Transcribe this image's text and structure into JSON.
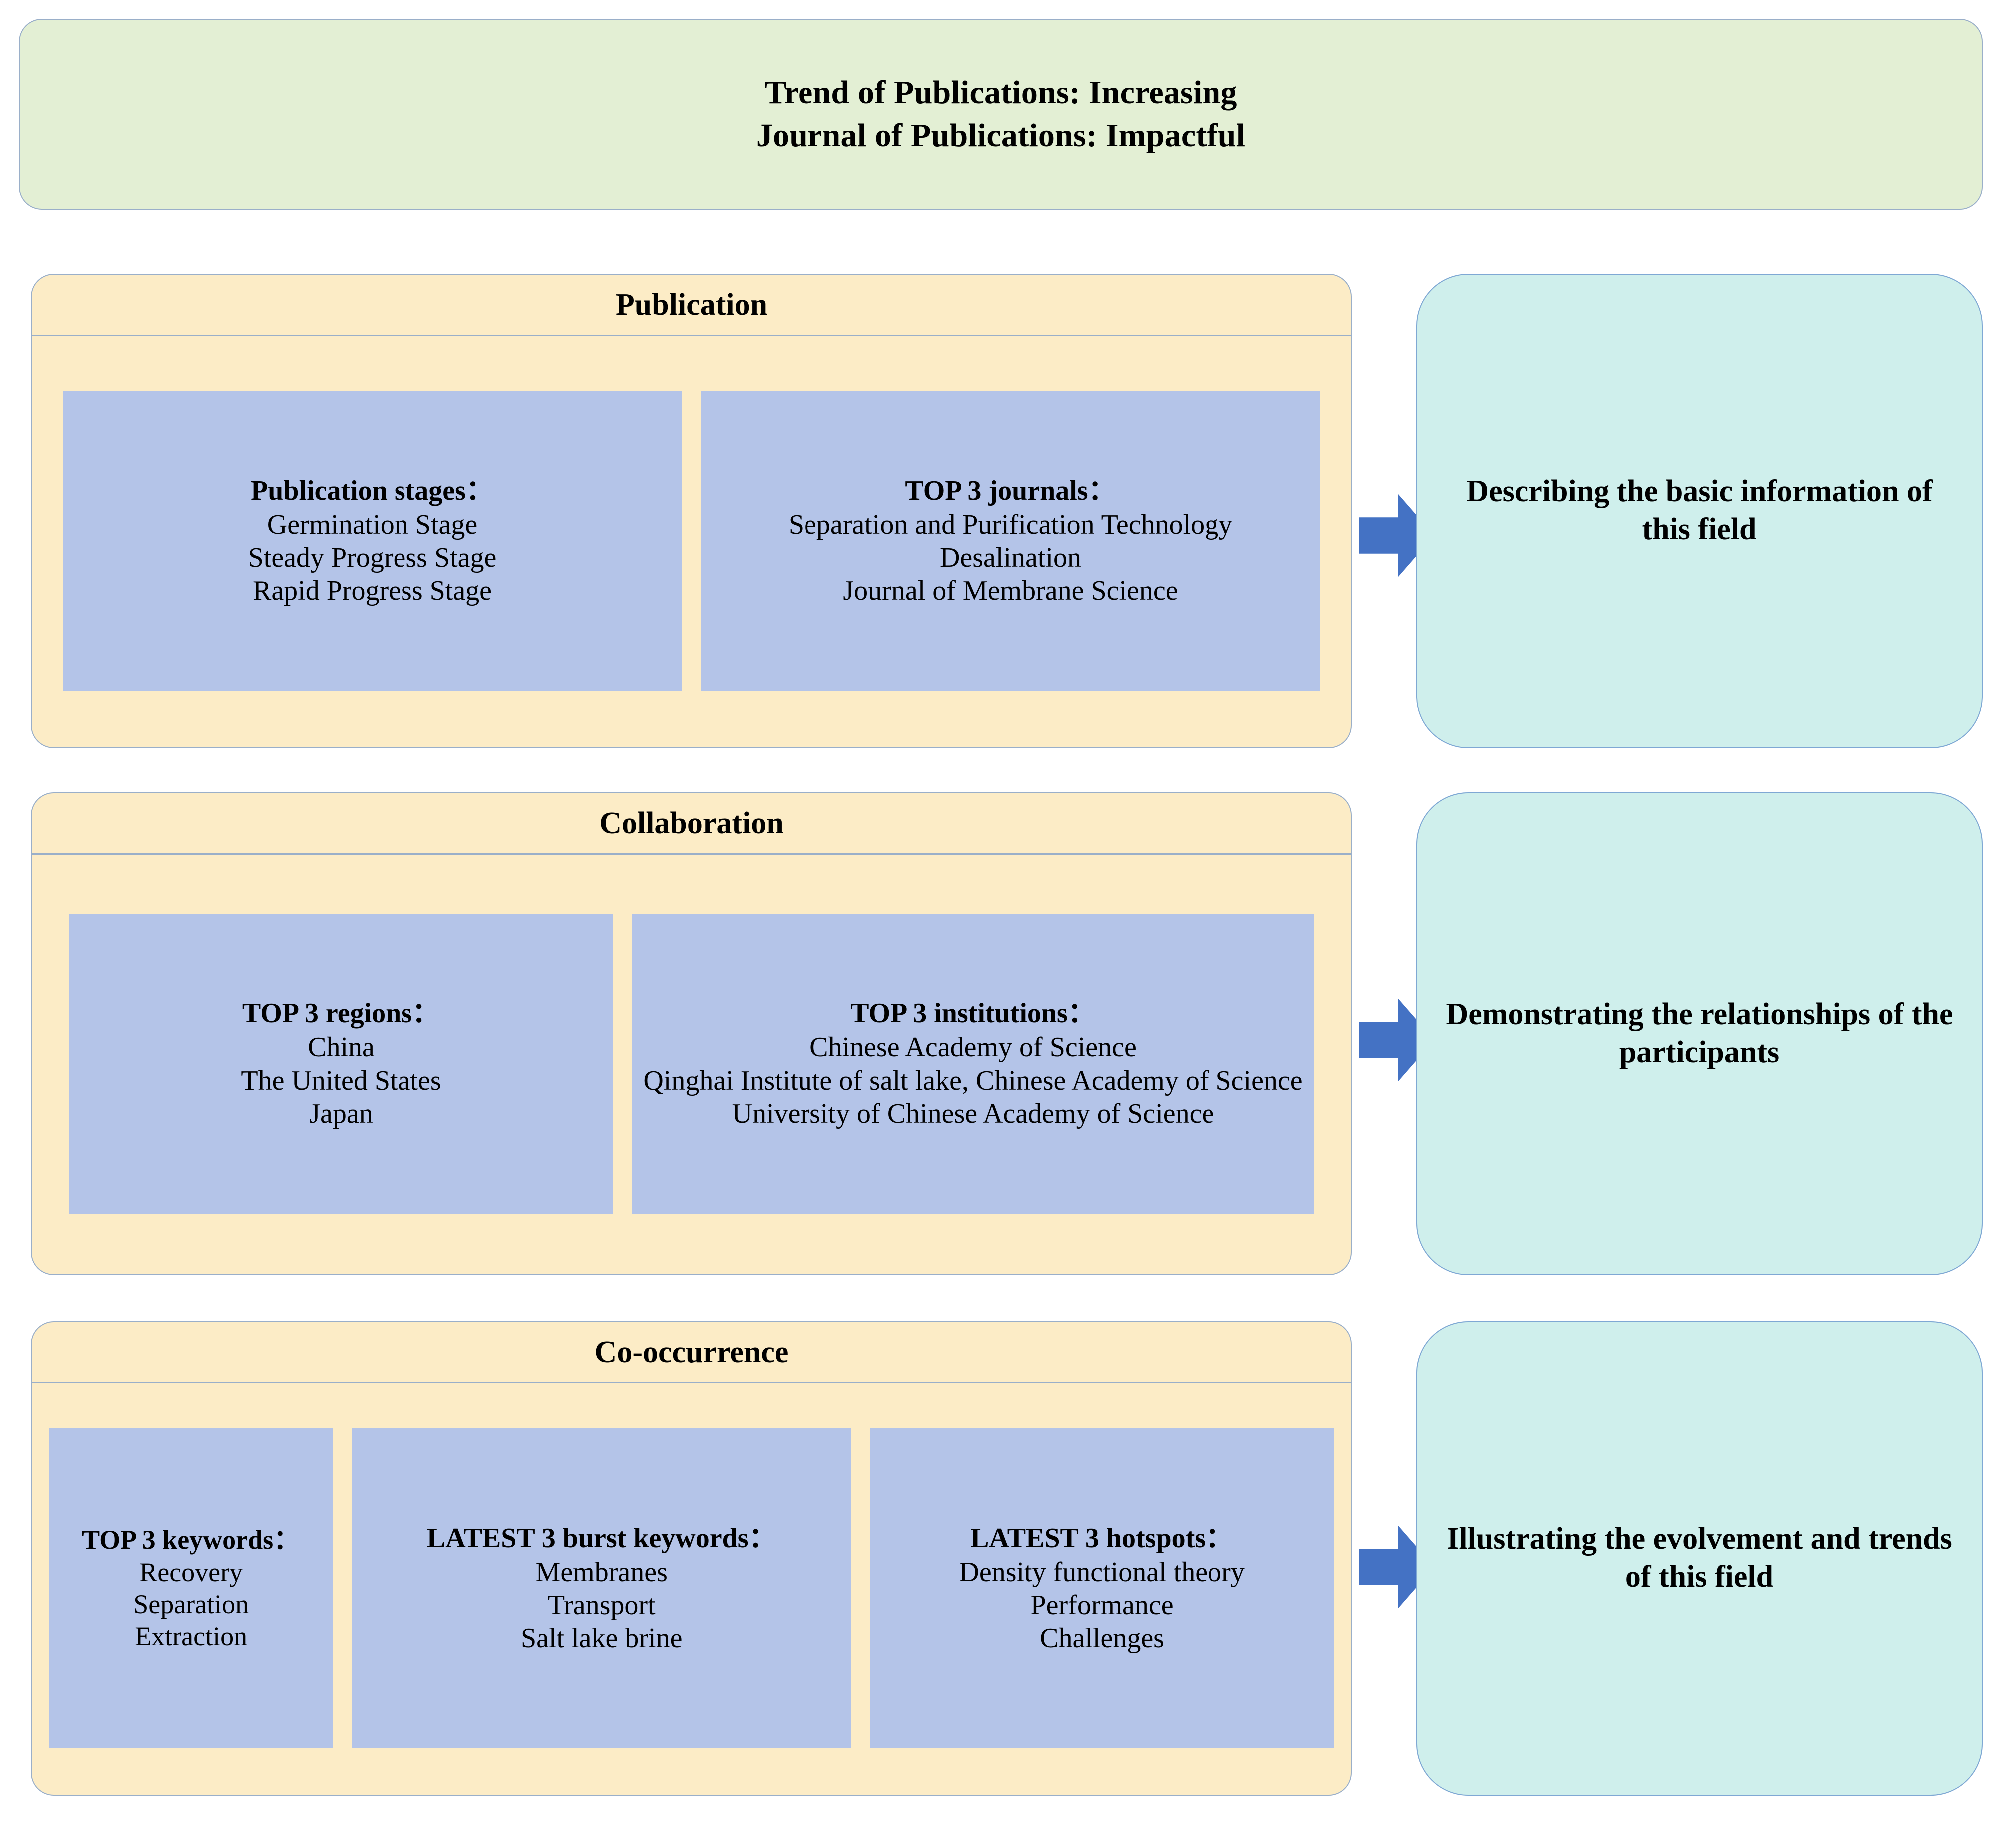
{
  "header": {
    "line1": "Trend of Publications: Increasing",
    "line2": "Journal of Publications: Impactful",
    "bg_color": "#E3EFD4"
  },
  "palette": {
    "section_panel_bg": "#FCECC6",
    "info_box_bg": "#B4C4E8",
    "outcome_box_bg": "#CFEFEC",
    "arrow_color": "#4472C4",
    "border_color": "#9AAFC9",
    "page_bg": "#FFFFFF"
  },
  "sections": [
    {
      "id": "publication",
      "title": "Publication",
      "boxes": [
        {
          "id": "publication-stages",
          "title": "Publication stages：",
          "items": [
            "Germination Stage",
            "Steady Progress Stage",
            "Rapid Progress Stage"
          ]
        },
        {
          "id": "top-journals",
          "title": "TOP 3 journals：",
          "items": [
            "Separation and Purification Technology",
            "Desalination",
            "Journal of Membrane Science"
          ]
        }
      ],
      "outcome": "Describing the basic information of this field"
    },
    {
      "id": "collaboration",
      "title": "Collaboration",
      "boxes": [
        {
          "id": "top-regions",
          "title": "TOP 3 regions：",
          "items": [
            "China",
            "The United States",
            "Japan"
          ]
        },
        {
          "id": "top-institutions",
          "title": "TOP 3 institutions：",
          "items": [
            "Chinese Academy of Science",
            "Qinghai Institute of salt lake, Chinese Academy of Science",
            "University of Chinese Academy of Science"
          ]
        }
      ],
      "outcome": "Demonstrating the relationships of the participants"
    },
    {
      "id": "cooccurrence",
      "title": "Co-occurrence",
      "boxes": [
        {
          "id": "top-keywords",
          "title": "TOP 3 keywords：",
          "items": [
            "Recovery",
            "Separation",
            "Extraction"
          ]
        },
        {
          "id": "burst-keywords",
          "title": "LATEST 3 burst keywords：",
          "items": [
            "Membranes",
            "Transport",
            "Salt lake brine"
          ]
        },
        {
          "id": "hotspots",
          "title": "LATEST 3 hotspots：",
          "items": [
            "Density functional theory",
            "Performance",
            "Challenges"
          ]
        }
      ],
      "outcome": "Illustrating the evolvement and trends of this field"
    }
  ]
}
